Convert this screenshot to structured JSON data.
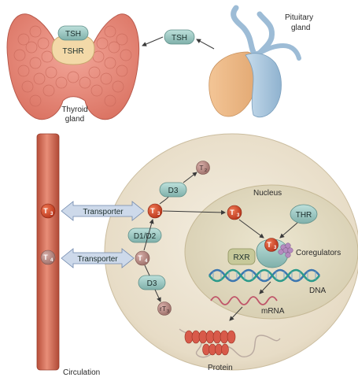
{
  "labels": {
    "pituitary_line1": "Pituitary",
    "pituitary_line2": "gland",
    "thyroid_line1": "Thyroid",
    "thyroid_line2": "gland",
    "nucleus": "Nucleus",
    "coregulators": "Coregulators",
    "dna": "DNA",
    "mrna": "mRNA",
    "protein": "Protein",
    "circulation": "Circulation"
  },
  "molecules": {
    "tsh_thyroid": "TSH",
    "tshr": "TSHR",
    "tsh_pituitary": "TSH",
    "d3_upper": "D3",
    "d1d2": "D1/D2",
    "d3_lower": "D3",
    "thr": "THR",
    "rxr": "RXR"
  },
  "transporters": {
    "upper": "Transporter",
    "lower": "Transporter"
  },
  "hormones": {
    "t3_blood": {
      "main": "T",
      "sub": "3"
    },
    "t4_blood": {
      "main": "T",
      "sub": "4"
    },
    "t3_cell": {
      "main": "T",
      "sub": "3"
    },
    "t4_cell": {
      "main": "T",
      "sub": "4"
    },
    "t2": {
      "main": "T",
      "sub": "2"
    },
    "rt3": {
      "main": "rT",
      "sub": "3"
    },
    "t3_nucleus": {
      "main": "T",
      "sub": "3"
    },
    "t3_bound": {
      "main": "T",
      "sub": "3"
    }
  },
  "colors": {
    "thyroid": "#e8877c",
    "vessel": "#d9705a",
    "cell": "#ece4d3",
    "nucleus": "#e3dcc4",
    "pill": "#9fc6c1",
    "t3": "#d84a2a",
    "t4": "#b98c86",
    "rt3": "#b88f8c",
    "transporter": "#c9d6e8"
  }
}
